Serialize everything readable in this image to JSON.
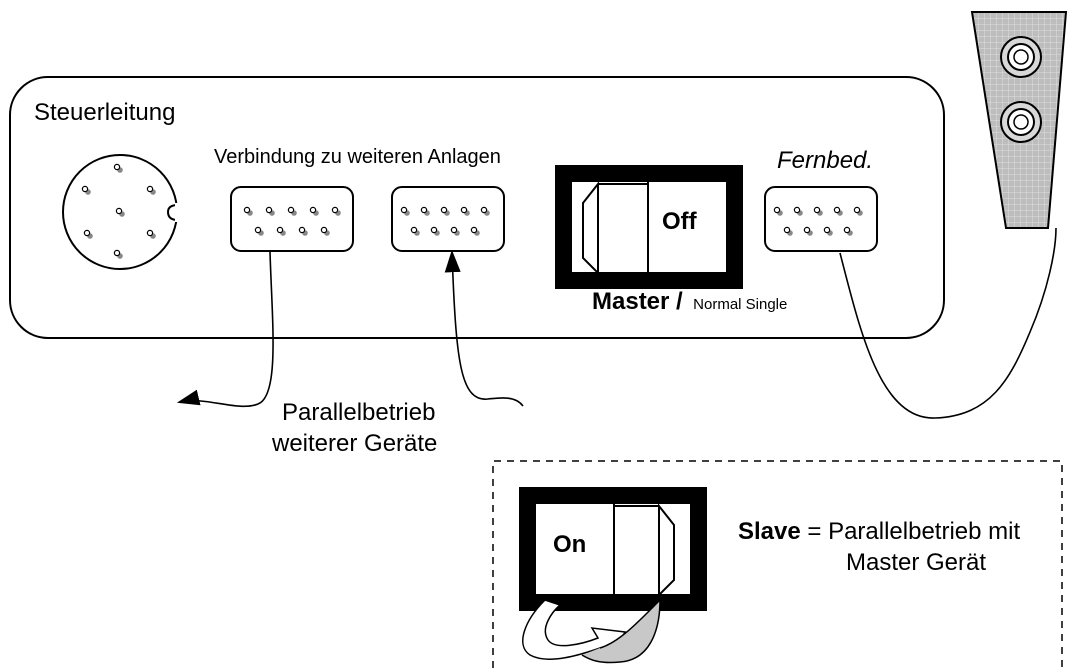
{
  "panel": {
    "title": "Steuerleitung",
    "connections_label": "Verbindung zu weiteren Anlagen",
    "remote_label": "Fernbed.",
    "switch_off_label": "Off",
    "mode_master": "Master /",
    "mode_normal": "Normal Single"
  },
  "annotations": {
    "parallel_line1": "Parallelbetrieb",
    "parallel_line2": "weiterer Geräte"
  },
  "slave_box": {
    "switch_on_label": "On",
    "slave_word": "Slave",
    "slave_rest": " = Parallelbetrieb mit",
    "slave_line2": "Master Gerät"
  },
  "icons": {
    "round_connector": "round-connector-icon",
    "sub_d_connector": "sub-d-connector-icon",
    "rocker_switch": "rocker-switch-icon",
    "remote_control": "remote-control-icon",
    "flip_arrow": "flip-arrow-icon"
  }
}
